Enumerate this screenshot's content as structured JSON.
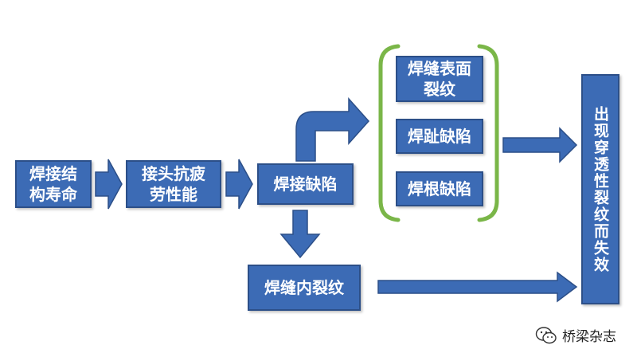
{
  "colors": {
    "box_fill": "#3c6bb5",
    "box_border": "#2c4f88",
    "arrow": "#3c6bb5",
    "bracket": "#7ab648"
  },
  "nodes": {
    "life": "焊接结\n构寿命",
    "joint": "接头抗疲\n劳性能",
    "defect": "焊接缺陷",
    "surface": "焊缝表面\n裂纹",
    "toe": "焊趾缺陷",
    "root": "焊根缺陷",
    "internal": "焊缝内裂纹",
    "failure": "出现穿透性裂纹而失效"
  },
  "watermark": {
    "icon": "wechat-icon",
    "text": "桥梁杂志"
  }
}
